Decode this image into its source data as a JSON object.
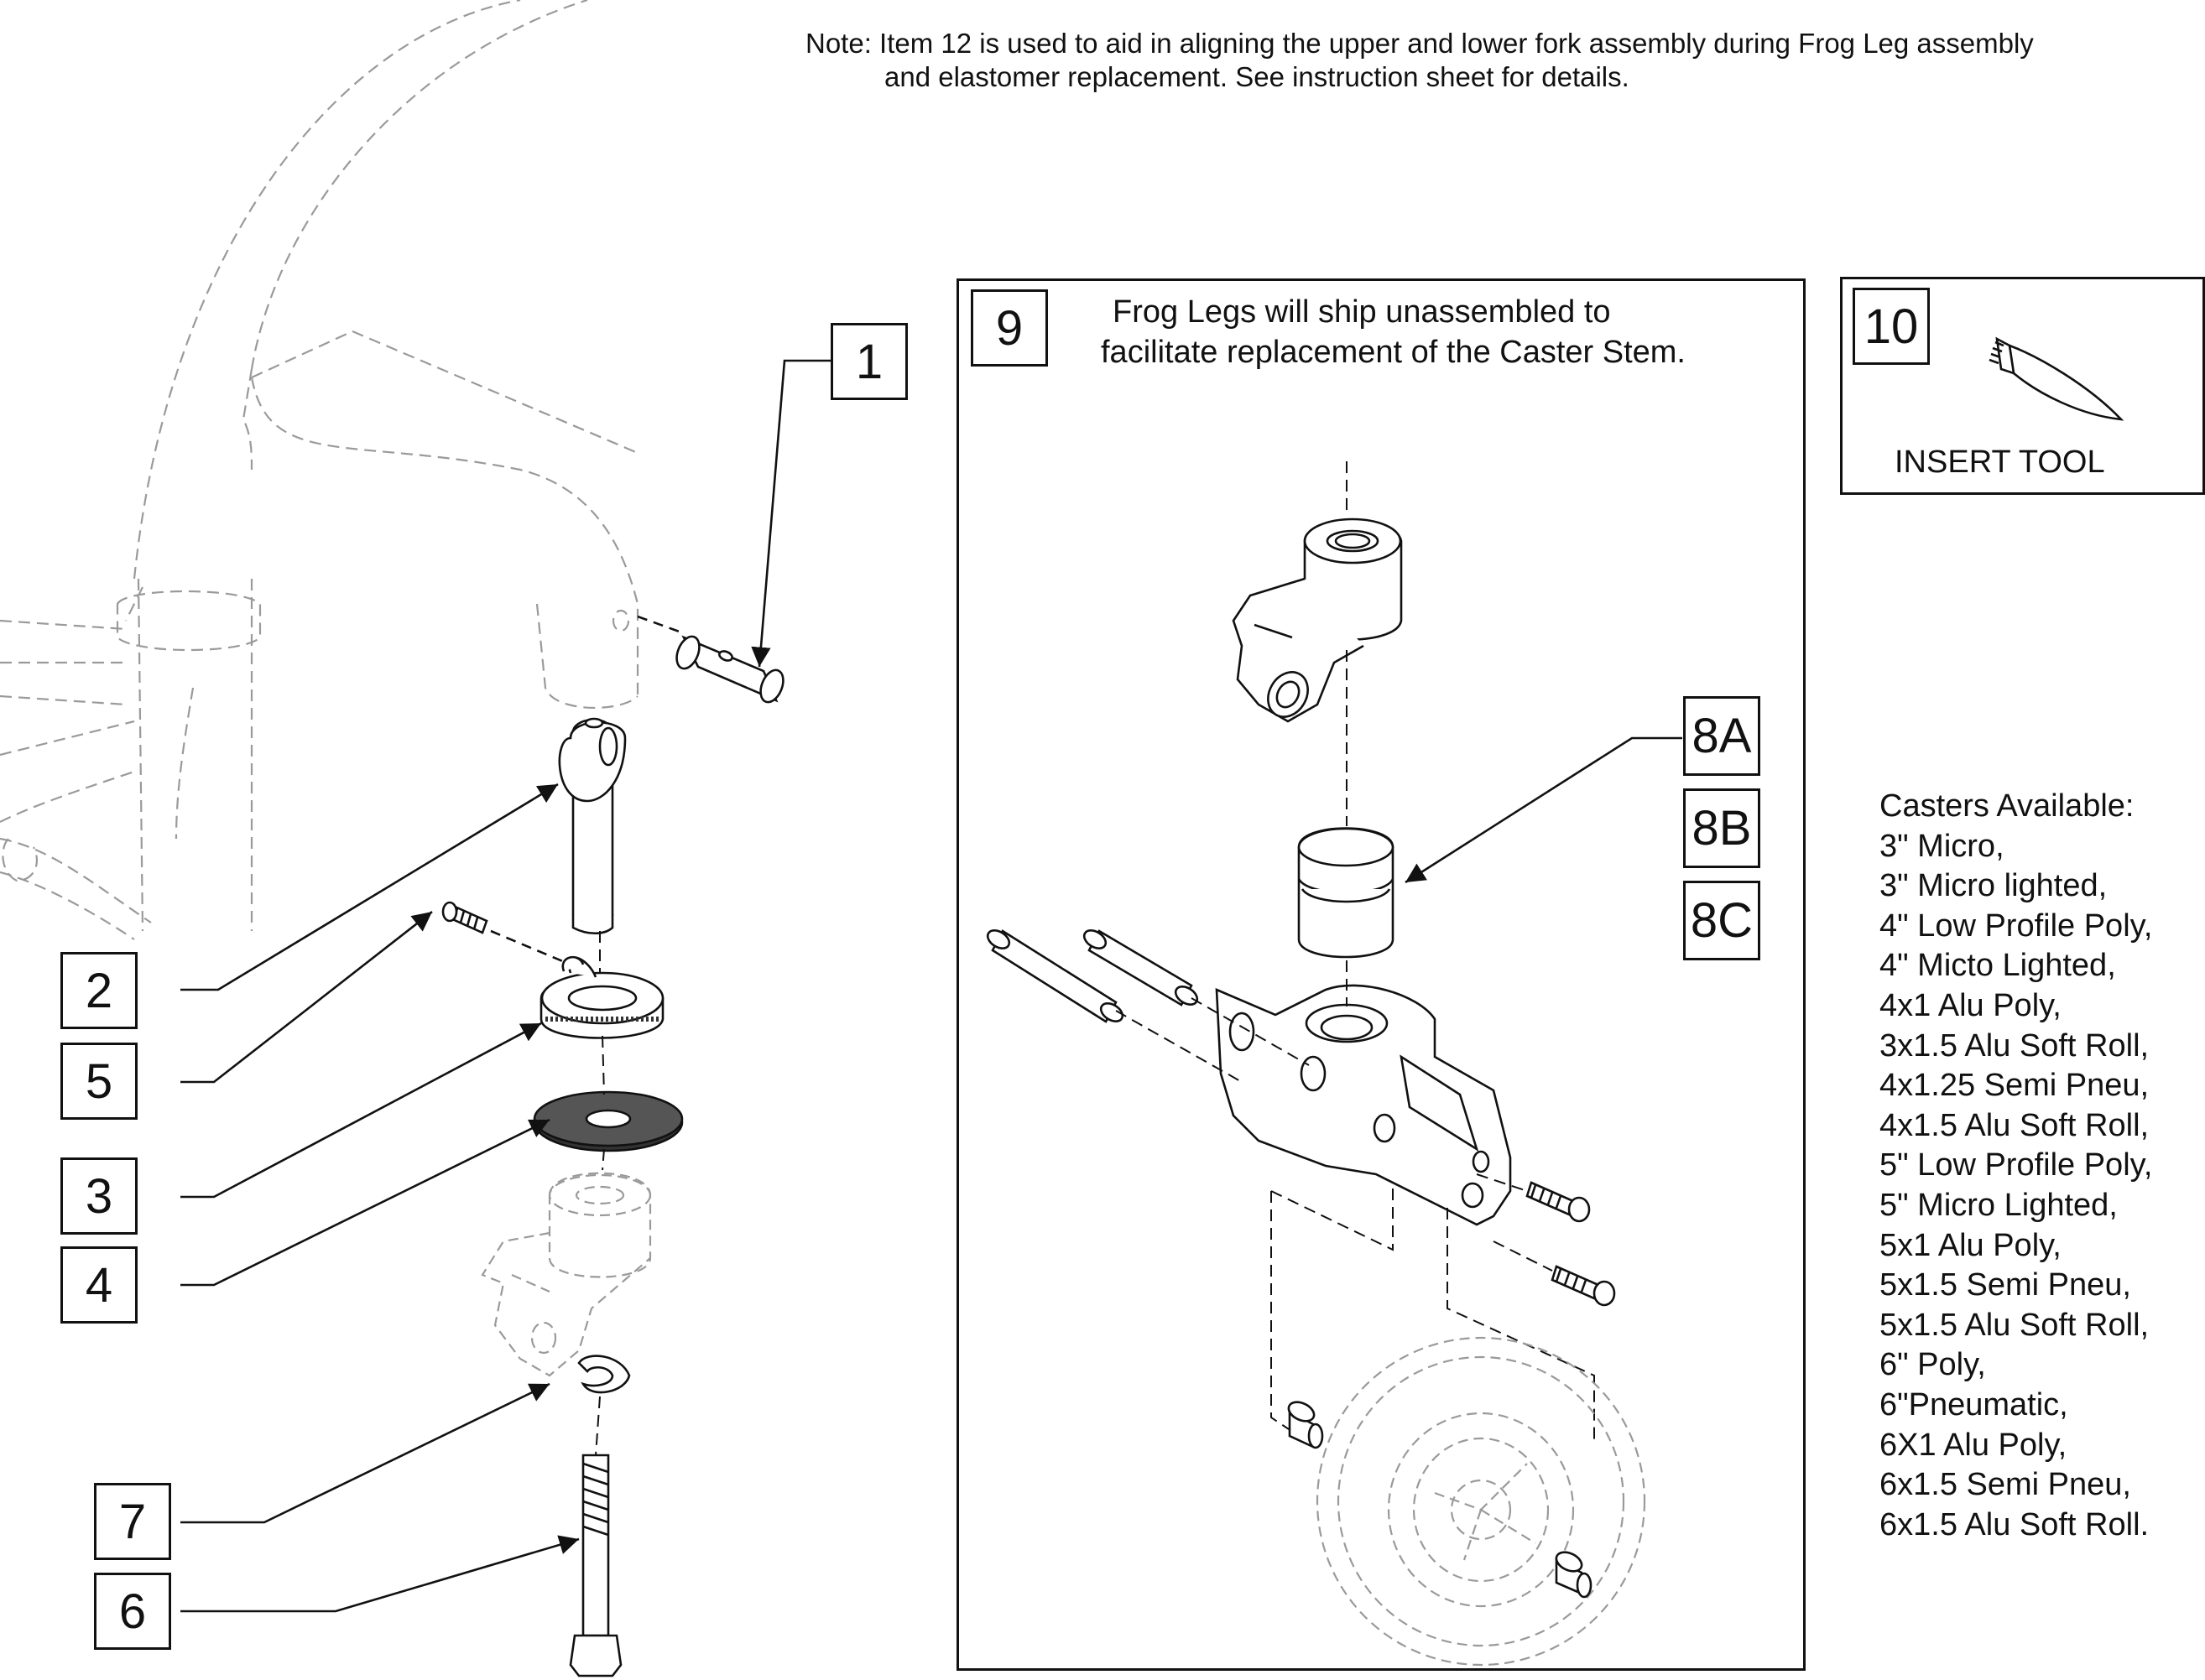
{
  "note": {
    "line1": "Note: Item 12 is used to aid in aligning the upper and lower fork assembly during Frog Leg assembly",
    "line2": "and elastomer replacement. See instruction sheet for details."
  },
  "callouts": {
    "c1": "1",
    "c2": "2",
    "c3": "3",
    "c4": "4",
    "c5": "5",
    "c6": "6",
    "c7": "7",
    "c8a": "8A",
    "c8b": "8B",
    "c8c": "8C",
    "c9": "9",
    "c10": "10"
  },
  "panel9": {
    "line1": "Frog Legs will ship unassembled to",
    "line2": "facilitate replacement of the Caster Stem."
  },
  "panel10": {
    "label": "INSERT TOOL"
  },
  "casters": {
    "heading": "Casters Available:",
    "items": [
      "3\" Micro,",
      "3\" Micro lighted,",
      "4\" Low Profile Poly,",
      "4\" Micto Lighted,",
      "4x1 Alu Poly,",
      "3x1.5 Alu Soft Roll,",
      "4x1.25 Semi Pneu,",
      "4x1.5 Alu Soft Roll,",
      "5\" Low Profile Poly,",
      "5\" Micro Lighted,",
      "5x1 Alu Poly,",
      "5x1.5 Semi Pneu,",
      "5x1.5 Alu Soft Roll,",
      "6\" Poly,",
      "6\"Pneumatic,",
      "6X1 Alu Poly,",
      "6x1.5 Semi Pneu,",
      "6x1.5 Alu Soft Roll."
    ]
  },
  "colors": {
    "line": "#111111",
    "ghost": "#9a9a9a",
    "background": "#ffffff"
  }
}
